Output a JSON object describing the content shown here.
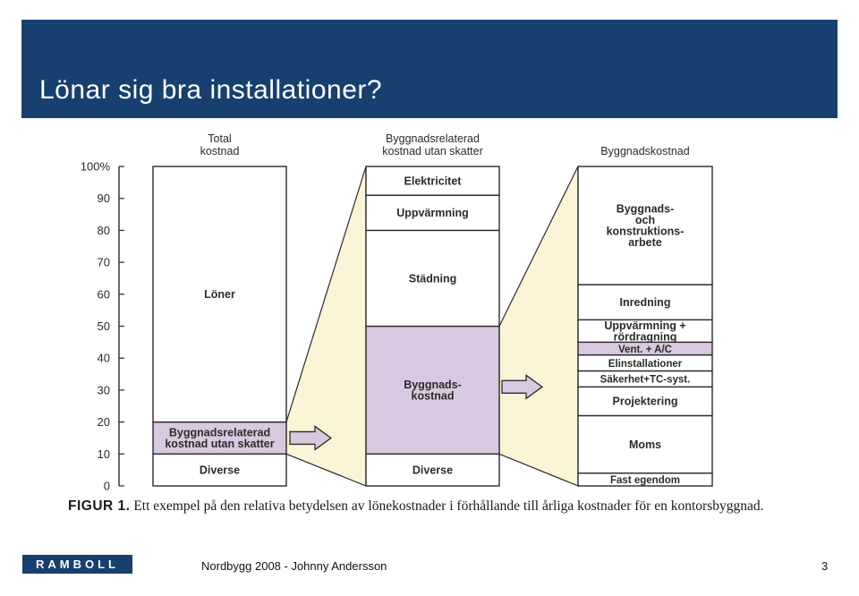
{
  "slide": {
    "title": "Lönar sig bra installationer?",
    "colors": {
      "banner": "#173f70",
      "highlight": "#d9c8df",
      "connector": "#fbf4d6"
    }
  },
  "chart_data": {
    "type": "bar",
    "ylim": [
      0,
      100
    ],
    "yticks": [
      "0",
      "10",
      "20",
      "30",
      "40",
      "50",
      "60",
      "70",
      "80",
      "90",
      "100%"
    ],
    "columns": [
      {
        "header": [
          "Total",
          "kostnad"
        ],
        "segments": [
          {
            "label": [
              "Diverse"
            ],
            "from": 0,
            "to": 10,
            "highlight": false
          },
          {
            "label": [
              "Byggnadsrelaterad",
              "kostnad utan skatter"
            ],
            "from": 10,
            "to": 20,
            "highlight": true
          },
          {
            "label": [
              "Löner"
            ],
            "from": 20,
            "to": 100,
            "highlight": false
          }
        ]
      },
      {
        "header": [
          "Byggnadsrelaterad",
          "kostnad utan skatter"
        ],
        "segments": [
          {
            "label": [
              "Diverse"
            ],
            "from": 0,
            "to": 10,
            "highlight": false
          },
          {
            "label": [
              "Byggnads-",
              "kostnad"
            ],
            "from": 10,
            "to": 50,
            "highlight": true
          },
          {
            "label": [
              "Städning"
            ],
            "from": 50,
            "to": 80,
            "highlight": false
          },
          {
            "label": [
              "Uppvärmning"
            ],
            "from": 80,
            "to": 91,
            "highlight": false
          },
          {
            "label": [
              "Elektricitet"
            ],
            "from": 91,
            "to": 100,
            "highlight": false
          }
        ]
      },
      {
        "header": [
          "Byggnadskostnad"
        ],
        "segments": [
          {
            "label": [
              "Fast egendom"
            ],
            "from": 0,
            "to": 4,
            "highlight": false
          },
          {
            "label": [
              "Moms"
            ],
            "from": 4,
            "to": 22,
            "highlight": false
          },
          {
            "label": [
              "Projektering"
            ],
            "from": 22,
            "to": 31,
            "highlight": false
          },
          {
            "label": [
              "Säkerhet+TC-syst."
            ],
            "from": 31,
            "to": 36,
            "highlight": false
          },
          {
            "label": [
              "Elinstallationer"
            ],
            "from": 36,
            "to": 41,
            "highlight": false
          },
          {
            "label": [
              "Vent. + A/C"
            ],
            "from": 41,
            "to": 45,
            "highlight": true
          },
          {
            "label": [
              "Uppvärmning +",
              "rördragning"
            ],
            "from": 45,
            "to": 52,
            "highlight": false
          },
          {
            "label": [
              "Inredning"
            ],
            "from": 52,
            "to": 63,
            "highlight": false
          },
          {
            "label": [
              "Byggnads-",
              "och",
              "konstruktions-",
              "arbete"
            ],
            "from": 63,
            "to": 100,
            "highlight": false
          }
        ]
      }
    ]
  },
  "caption": {
    "label": "FIGUR 1.",
    "text": " Ett exempel på den relativa betydelsen av lönekostnader i förhållande till årliga kostnader för en kontorsbyggnad."
  },
  "footer": {
    "logo": "RAMBOLL",
    "center": "Nordbygg 2008 - Johnny Andersson",
    "page": "3"
  }
}
